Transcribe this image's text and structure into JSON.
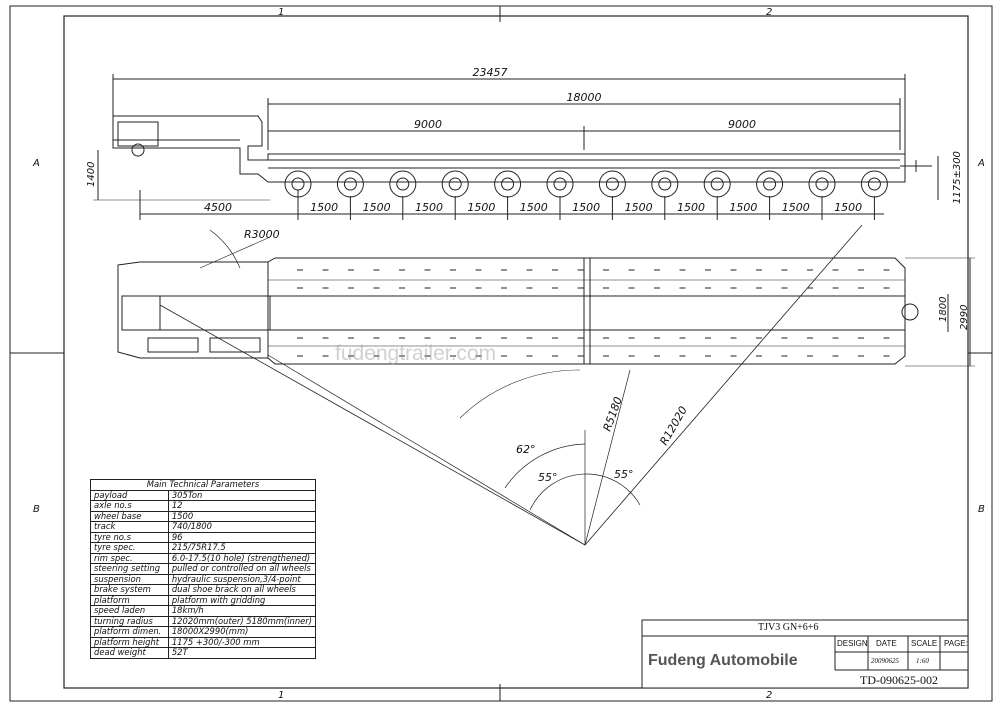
{
  "grid": {
    "columns": [
      "1",
      "2"
    ],
    "rows": [
      "A",
      "B"
    ]
  },
  "dimensions": {
    "overall_length": "23457",
    "platform_length": "18000",
    "half_length_left": "9000",
    "half_length_right": "9000",
    "gooseneck_length": "4500",
    "axle_spacing": "1500",
    "gooseneck_height": "1400",
    "platform_height": "1175±300",
    "turn_radius_small": "R3000",
    "platform_width": "2990",
    "track": "1800",
    "inner_radius": "R5180",
    "outer_radius": "R12020",
    "angle_a": "62°",
    "angle_b": "55°",
    "angle_c": "55°"
  },
  "watermark": "fudengtrailer.com",
  "spec_table": {
    "title": "Main Technical Parameters",
    "rows": [
      {
        "k": "payload",
        "v": "305Ton"
      },
      {
        "k": "axle no.s",
        "v": "12"
      },
      {
        "k": "wheel base",
        "v": "1500"
      },
      {
        "k": "track",
        "v": "740/1800"
      },
      {
        "k": "tyre no.s",
        "v": "96"
      },
      {
        "k": "tyre spec.",
        "v": "215/75R17.5"
      },
      {
        "k": "rim spec.",
        "v": "6.0-17.5(10 hole) (strengthened)"
      },
      {
        "k": "steering setting",
        "v": "pulled or controlled on all wheels"
      },
      {
        "k": "suspension",
        "v": "hydraulic suspension,3/4-point"
      },
      {
        "k": "brake system",
        "v": "dual shoe brack on all wheels"
      },
      {
        "k": "platform",
        "v": "platform with gridding"
      },
      {
        "k": "speed laden",
        "v": "18km/h"
      },
      {
        "k": "turning radius",
        "v": "12020mm(outer) 5180mm(inner)"
      },
      {
        "k": "platform dimen.",
        "v": "18000X2990(mm)"
      },
      {
        "k": "platform height",
        "v": "1175 +300/-300 mm"
      },
      {
        "k": "dead weight",
        "v": "52T"
      }
    ]
  },
  "title_block": {
    "model": "TJV3  GN+6+6",
    "company": "Fudeng Automobile",
    "design_label": "DESIGN",
    "date_label": "DATE",
    "scale_label": "SCALE",
    "page_label": "PAGE:",
    "date_value": "20090625",
    "scale_value": "1:60",
    "drawing_no": "TD-090625-002"
  }
}
